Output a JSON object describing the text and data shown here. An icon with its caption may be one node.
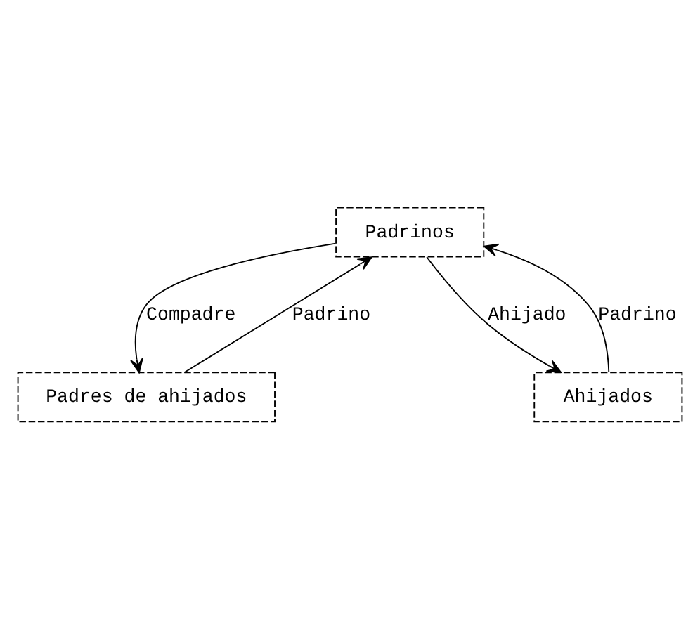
{
  "diagram": {
    "nodes": [
      {
        "text": [
          "Padrinos"
        ]
      },
      {
        "text": [
          "Padres de ahijados"
        ]
      },
      {
        "text": [
          "Ahijados"
        ]
      }
    ],
    "edges": [
      {
        "from": 1,
        "to": 0,
        "arrow": "to",
        "label": "Padrino"
      },
      {
        "from": 0,
        "to": 1,
        "arrow": "to",
        "label": "Compadre"
      },
      {
        "from": 0,
        "to": 2,
        "arrow": "to",
        "label": "Ahijado"
      },
      {
        "from": 2,
        "to": 0,
        "arrow": "to",
        "label": "Padrino"
      }
    ]
  }
}
